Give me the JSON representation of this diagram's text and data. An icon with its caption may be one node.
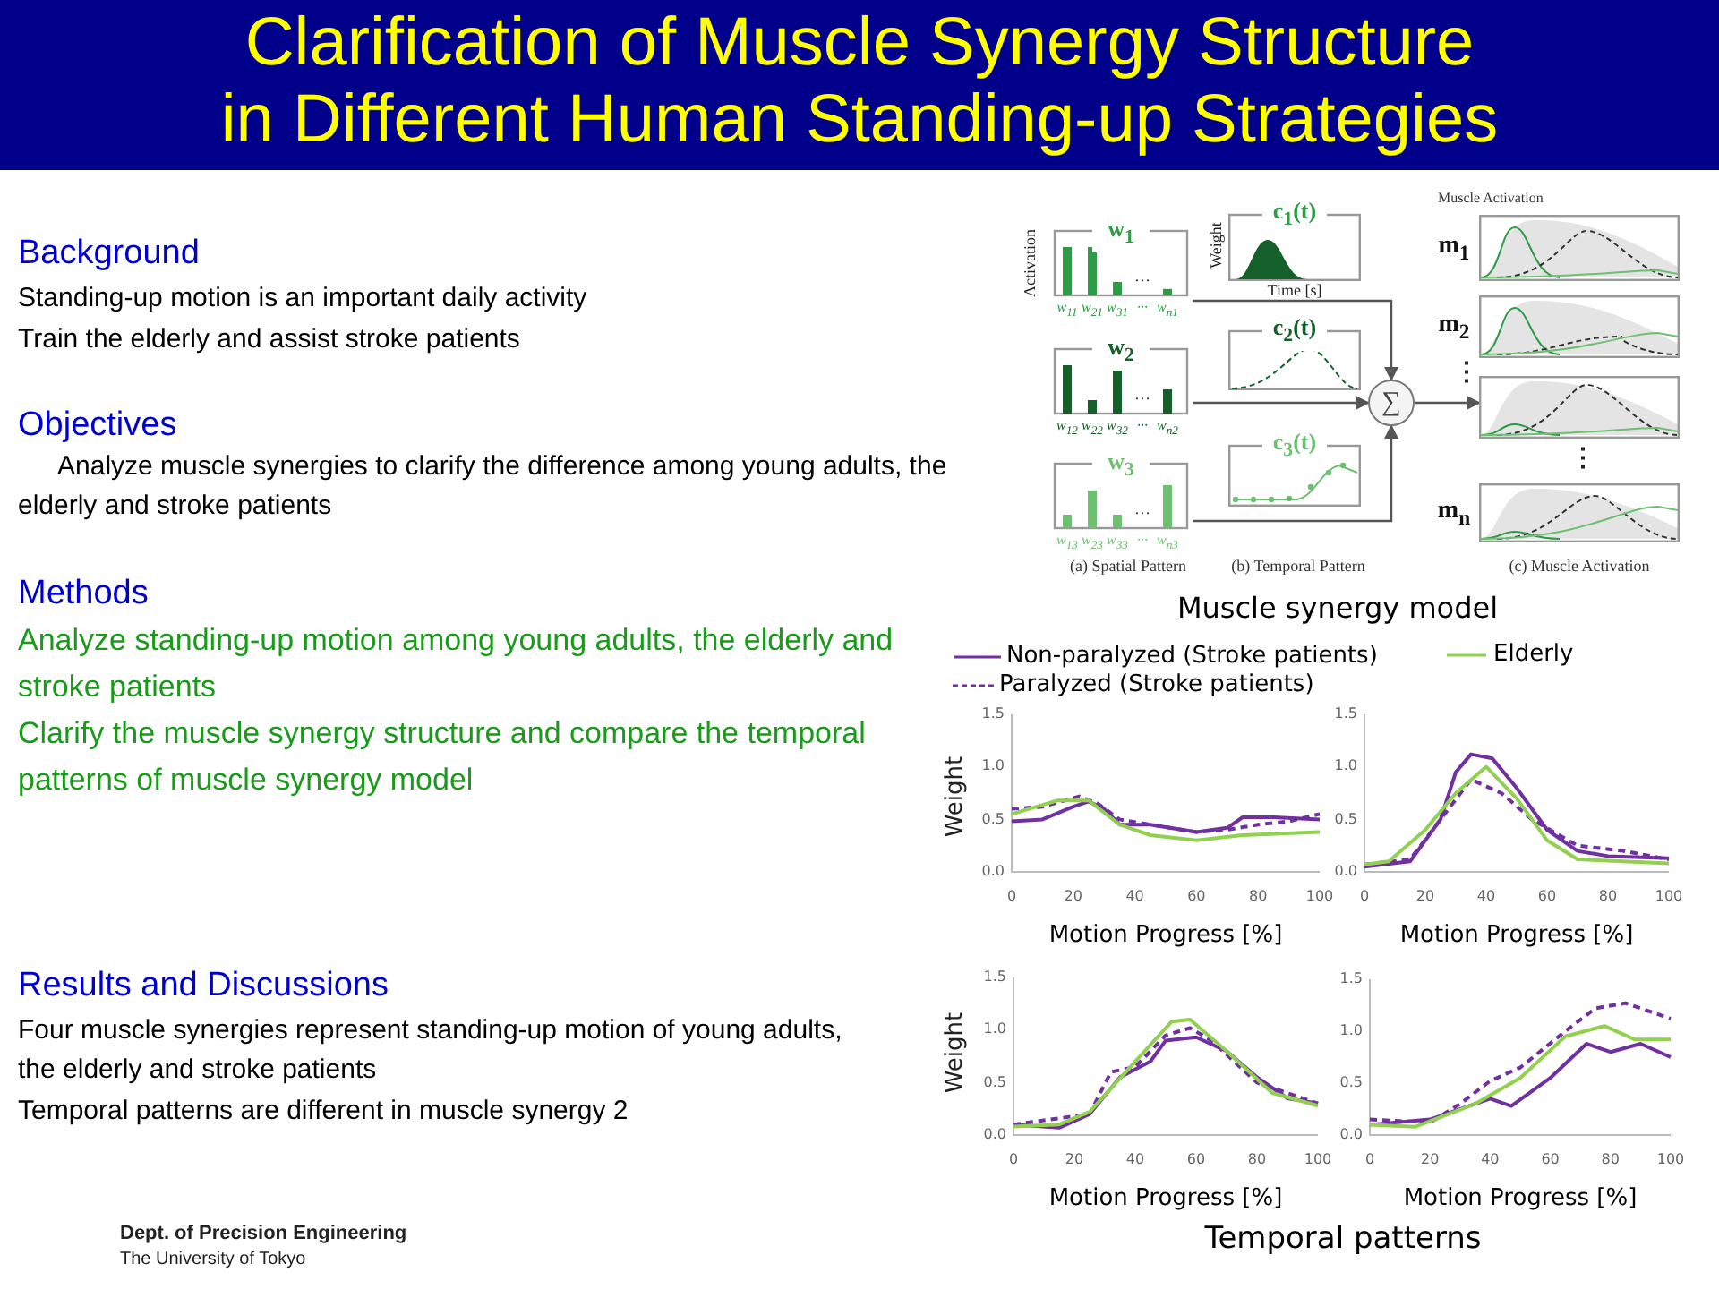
{
  "diagram": {
    "title": "Clarification of Muscle Synergy Structure in Different Human Standing-up Strategies",
    "nodes": [
      {
        "text": [
          "w$_{1}$",
          "…",
          "w$_{11}$",
          "w$_{21}$",
          "w$_{31}$",
          "···",
          "w$_{n1}$"
        ]
      },
      {
        "text": [
          "w$_{2}$",
          "…",
          "w$_{12}$",
          "w$_{22}$",
          "w$_{32}$",
          "···",
          "w$_{n2}$"
        ]
      },
      {
        "text": [
          "w$_{3}$",
          "…",
          "w$_{13}$",
          "w$_{23}$",
          "w$_{33}$",
          "···",
          "w$_{n3}$"
        ]
      },
      {
        "text": [
          "c$_{1}$(t)"
        ]
      },
      {
        "text": [
          "c$_{2}$(t)"
        ]
      },
      {
        "text": [
          "c$_{3}$(t)"
        ]
      },
      {
        "text": [
          "∑"
        ]
      },
      {
        "text": [
          "m$_{1}$"
        ]
      },
      {
        "text": [
          "m$_{2}$"
        ]
      },
      {
        "text": [],
        "shape": "box"
      },
      {
        "text": [
          "m$_{n}$"
        ]
      }
    ],
    "edges": [
      {
        "from": 0,
        "to": 6,
        "arrow": "to"
      },
      {
        "from": 1,
        "to": 6,
        "arrow": "to"
      },
      {
        "from": 2,
        "to": 6,
        "arrow": "to"
      },
      {
        "from": 6,
        "to": 9,
        "arrow": "to"
      }
    ],
    "labels": [
      "Background",
      "Standing-up motion is an important daily activity",
      "Train the elderly and assist stroke patients",
      "Objectives",
      "Analyze muscle synergies to clarify the difference among young adults, the elderly and stroke patients",
      "Methods",
      "Analyze standing-up motion among young adults, the elderly and stroke patients",
      "Clarify the muscle synergy structure and compare the temporal patterns of muscle synergy model",
      "Results and Discussions",
      "Four muscle synergies represent standing-up motion of young adults, the elderly and stroke patients",
      "Temporal patterns are different in muscle synergy 2",
      "Dept. of Precision Engineering",
      "The University of Tokyo",
      "Muscle Activation",
      "Activation",
      "Weight",
      "Time [s]",
      "⋮",
      "⋮",
      "(a) Spatial Pattern",
      "(b) Temporal Pattern",
      "(c) Muscle Activation",
      "Muscle synergy model",
      "Weight",
      "1.5",
      "1.0",
      "0.5",
      "0.0",
      "0",
      "20",
      "40",
      "60",
      "80",
      "100",
      "Motion Progress [%]",
      "1.5",
      "1.0",
      "0.5",
      "0.0",
      "0",
      "20",
      "40",
      "60",
      "80",
      "100",
      "Motion Progress [%]",
      "Weight",
      "1.5",
      "1.0",
      "0.5",
      "0.0",
      "0",
      "20",
      "40",
      "60",
      "80",
      "100",
      "Motion Progress [%]",
      "1.5",
      "1.0",
      "0.5",
      "0.0",
      "0",
      "20",
      "40",
      "60",
      "80",
      "100",
      "Motion Progress [%]",
      "Temporal patterns"
    ],
    "legend": [
      {
        "text": "Non-paralyzed (Stroke patients)"
      },
      {
        "text": "Elderly"
      },
      {
        "text": "Paralyzed (Stroke patients)"
      }
    ]
  }
}
